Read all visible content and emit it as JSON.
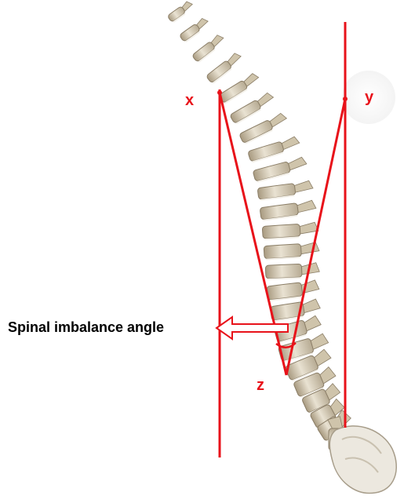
{
  "labels": {
    "point_x": "x",
    "point_y": "y",
    "point_z": "z",
    "angle_caption": "Spinal imbalance angle"
  },
  "colors": {
    "line_red": "#e8121a",
    "bone_light": "#e9e2d2",
    "bone_mid": "#cfc4ab",
    "bone_dark": "#8a7d66",
    "disc": "#f4f1ea",
    "text": "#000000"
  },
  "icons": {
    "arrow": "hollow-left-arrow",
    "spine": "spine-illustration"
  }
}
